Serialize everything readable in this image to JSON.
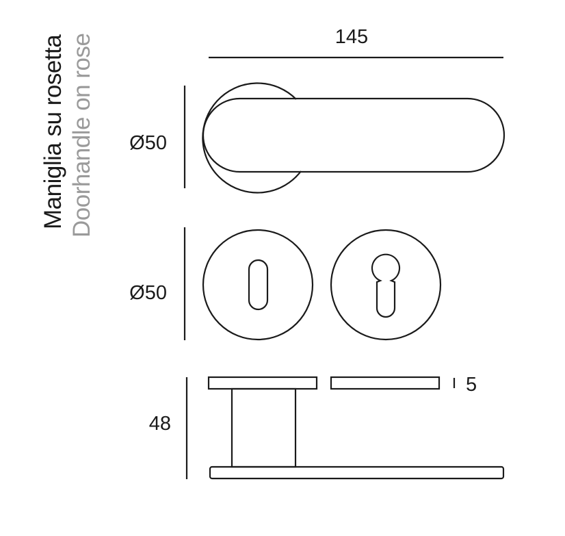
{
  "title": {
    "italian": "Maniglia su rosetta",
    "english": "Doorhandle on rose"
  },
  "dimensions": {
    "length": "145",
    "handle_rose_diameter": "Ø50",
    "escutcheon_diameter": "Ø50",
    "height": "48",
    "rose_thickness": "5"
  },
  "colors": {
    "line": "#1a1a1a",
    "subtitle": "#9a9a9a"
  }
}
